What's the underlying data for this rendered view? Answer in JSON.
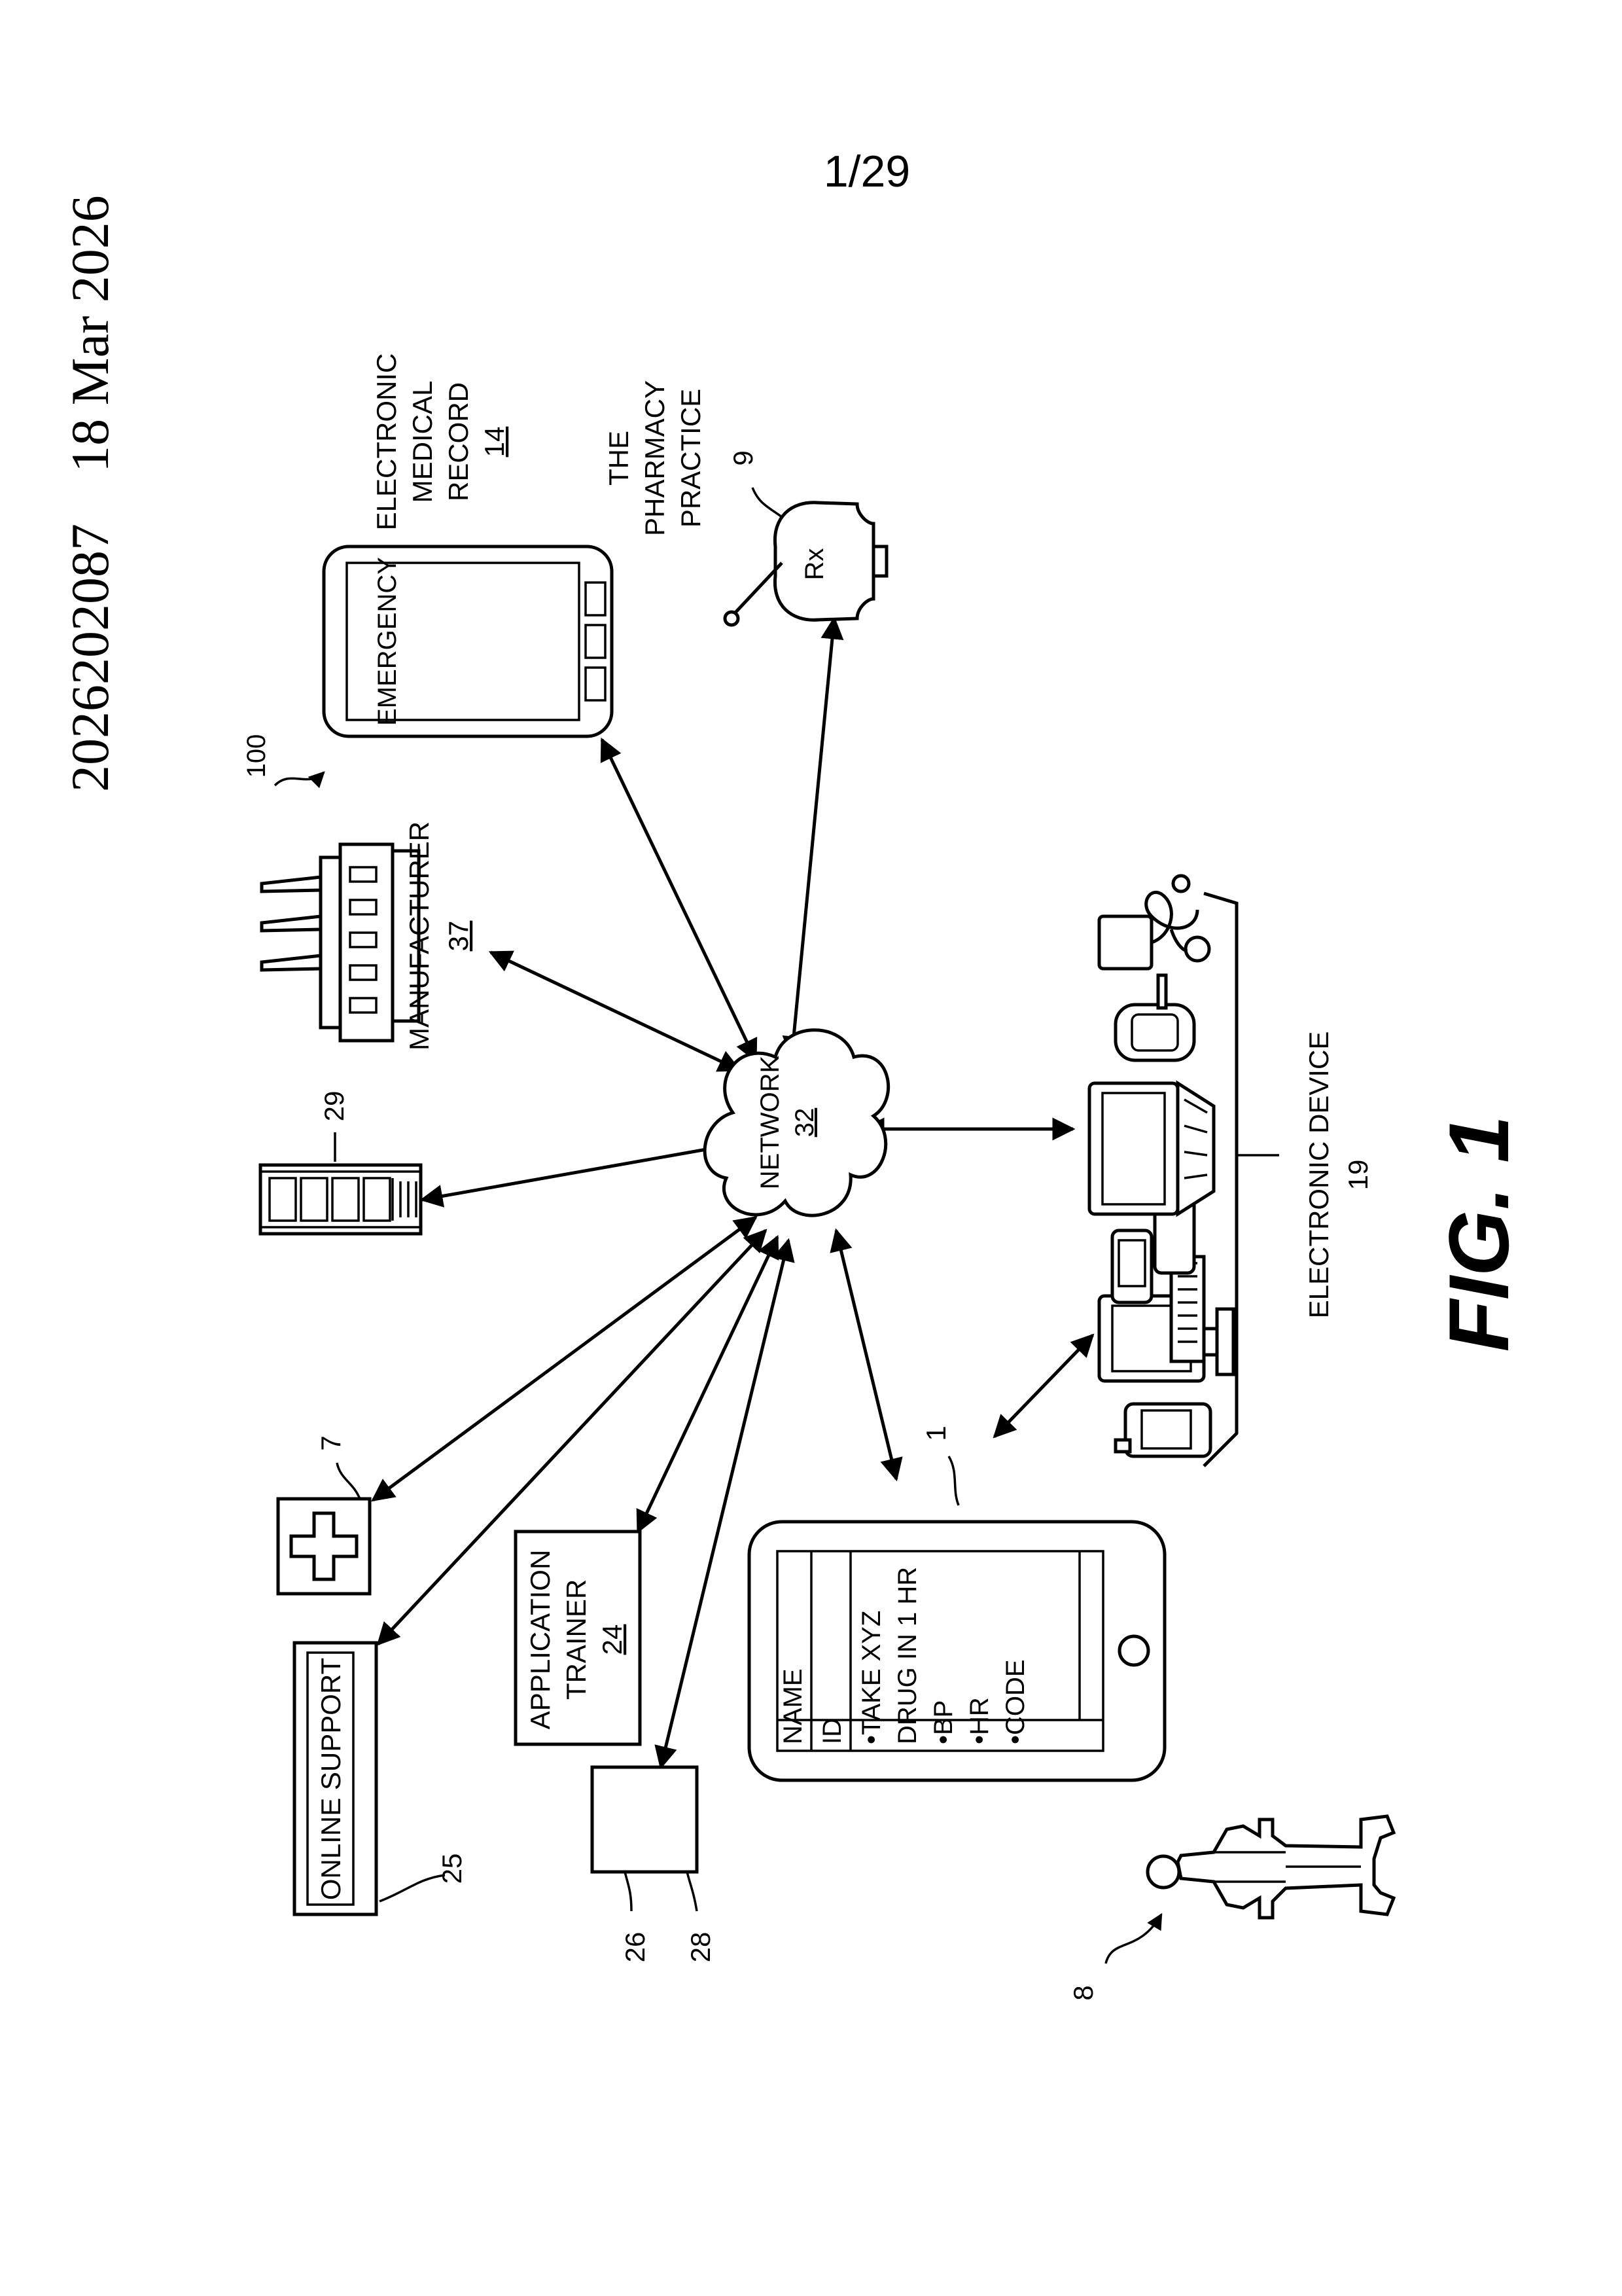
{
  "header": {
    "page_number": "1/29",
    "publication_number": "2026202087",
    "publication_date": "18 Mar 2026"
  },
  "figure_label": "FIG. 1",
  "system_ref": "100",
  "nodes": {
    "emr": {
      "lines": [
        "ELECTRONIC",
        "MEDICAL",
        "RECORD"
      ],
      "ref": "14",
      "screen_text": "EMERGENCY"
    },
    "pharmacy": {
      "lines": [
        "THE",
        "PHARMACY",
        "PRACTICE"
      ],
      "ref": "9",
      "symbol": "Rx"
    },
    "manufacturer": {
      "label": "MANUFACTURER",
      "ref": "37"
    },
    "server": {
      "ref": "29"
    },
    "network": {
      "label": "NETWORK",
      "ref": "32"
    },
    "electronic_device": {
      "label": "ELECTRONIC DEVICE",
      "ref": "19"
    },
    "medical": {
      "ref": "7"
    },
    "online_support": {
      "label": "ONLINE SUPPORT",
      "ref": "25"
    },
    "app_trainer": {
      "lines": [
        "APPLICATION",
        "TRAINER"
      ],
      "ref": "24"
    },
    "box": {
      "ref_a": "26",
      "ref_b": "28"
    },
    "user_device": {
      "ref": "1",
      "rows": [
        "NAME",
        "ID"
      ],
      "lines": [
        "•TAKE XYZ",
        "DRUG IN 1 HR",
        "•BP",
        "•HR",
        "•CODE"
      ]
    },
    "person": {
      "ref": "8"
    }
  }
}
